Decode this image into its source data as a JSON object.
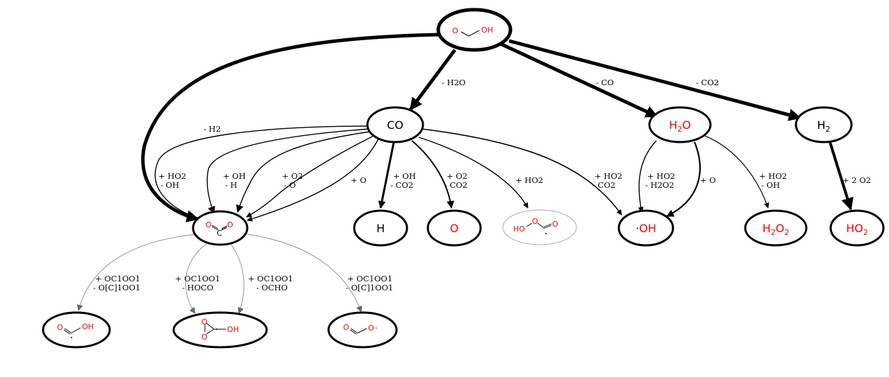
{
  "colors": {
    "heteroatom": "#ff0000",
    "ink": "#000000",
    "faded": "#aaaaaa"
  },
  "nodes": {
    "hcooh": {
      "atom_o": "O",
      "atom_oh": "OH"
    },
    "co": {
      "label": "CO"
    },
    "h2o": {
      "main": "H",
      "sub": "2",
      "tail": "O"
    },
    "h2": {
      "main": "H",
      "sub": "2"
    },
    "co2": {
      "atom_o1": "O",
      "atom_c": "C",
      "atom_o2": "O"
    },
    "h": {
      "label": "H"
    },
    "o": {
      "label": "O"
    },
    "hooco": {
      "atom_ho": "HO",
      "atom_o": "O",
      "atom_o2": "O"
    },
    "oh": {
      "dot": "·",
      "label": "OH"
    },
    "h2o2": {
      "main": "H",
      "sub1": "2",
      "mid": "O",
      "sub2": "2"
    },
    "ho2": {
      "label_h": "H",
      "label_o": "O",
      "sub": "2"
    },
    "hcooh2": {
      "atom_o": "O",
      "atom_oh": "OH"
    },
    "dioxirane": {
      "atom_o1": "O",
      "atom_o2": "O",
      "atom_oh": "OH"
    },
    "ocoo": {
      "atom_o": "O",
      "atom_o2": "O",
      "dot": "·"
    }
  },
  "edges": [
    {
      "id": "hcooh-co",
      "lines": [
        "- H2O"
      ]
    },
    {
      "id": "hcooh-h2o",
      "lines": [
        "- CO"
      ]
    },
    {
      "id": "hcooh-h2",
      "lines": [
        "- CO2"
      ]
    },
    {
      "id": "co-co2-h2",
      "lines": [
        "- H2"
      ]
    },
    {
      "id": "co-co2-ho2",
      "lines": [
        "+ HO2",
        "- OH"
      ]
    },
    {
      "id": "co-co2-oh",
      "lines": [
        "+ OH",
        "- H"
      ]
    },
    {
      "id": "co-co2-o2",
      "lines": [
        "+ O2",
        "- O"
      ]
    },
    {
      "id": "co-co2-o",
      "lines": [
        "+ O"
      ]
    },
    {
      "id": "co-h",
      "lines": [
        "+ OH",
        "- CO2"
      ]
    },
    {
      "id": "co-o",
      "lines": [
        "+ O2",
        "- CO2"
      ]
    },
    {
      "id": "co-hooco",
      "lines": [
        "+ HO2"
      ]
    },
    {
      "id": "co-oh",
      "lines": [
        "+ HO2",
        "- CO2"
      ]
    },
    {
      "id": "h2o-oh-ho2",
      "lines": [
        "+ HO2",
        "- H2O2"
      ]
    },
    {
      "id": "h2o-oh-o",
      "lines": [
        "+ O"
      ]
    },
    {
      "id": "h2o-h2o2",
      "lines": [
        "+ HO2",
        "- OH"
      ]
    },
    {
      "id": "h2-ho2",
      "lines": [
        "+ 2 O2"
      ]
    },
    {
      "id": "co2-hcooh",
      "lines": [
        "+ OC1OO1",
        "- O[C]1OO1"
      ]
    },
    {
      "id": "co2-dioxirane",
      "lines": [
        "+ OC1OO1",
        "- HOCO"
      ]
    },
    {
      "id": "co2-hcooh2",
      "lines": [
        "+ OC1OO1",
        "- OCHO"
      ]
    },
    {
      "id": "co2-ocoo",
      "lines": [
        "+ OC1OO1",
        "- O[C]1OO1"
      ]
    }
  ]
}
